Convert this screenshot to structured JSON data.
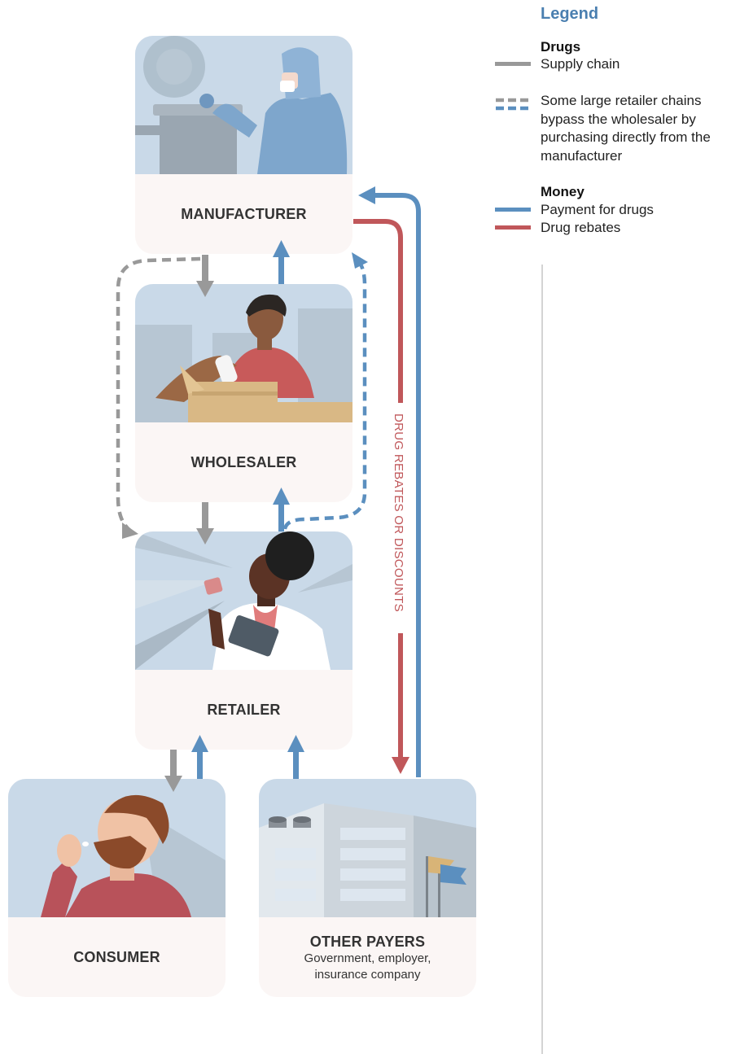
{
  "legend": {
    "title": "Legend",
    "drugs_heading": "Drugs",
    "supply_chain": "Supply chain",
    "bypass_line1": "Some large retailer chains",
    "bypass_line2": "bypass the wholesaler by",
    "bypass_line3": "purchasing directly from the",
    "bypass_line4": "manufacturer",
    "money_heading": "Money",
    "payment": "Payment for drugs",
    "rebates": "Drug rebates"
  },
  "nodes": {
    "manufacturer": "MANUFACTURER",
    "wholesaler": "WHOLESALER",
    "retailer": "RETAILER",
    "consumer": "CONSUMER",
    "other_payers": "OTHER PAYERS",
    "other_payers_sub1": "Government, employer,",
    "other_payers_sub2": "insurance company"
  },
  "flow_labels": {
    "rebates_vertical": "DRUG REBATES OR DISCOUNTS"
  },
  "colors": {
    "drugs": "#999999",
    "payment": "#5b8fbf",
    "rebates": "#c0575a",
    "legend_title": "#4a7fb0",
    "card_bg": "#fbf6f5",
    "illus_bg": "#c9d9e8"
  },
  "icons": {
    "manufacturer": "lab-worker-illustration",
    "wholesaler": "warehouse-worker-illustration",
    "retailer": "pharmacist-illustration",
    "consumer": "man-taking-pill-illustration",
    "other_payers": "office-building-illustration"
  }
}
